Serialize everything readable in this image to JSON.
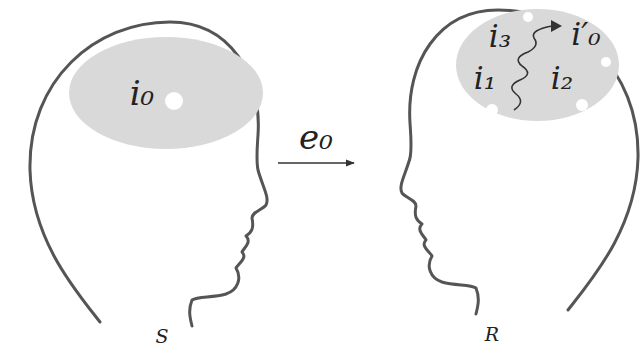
{
  "diagram": {
    "nodes": [
      {
        "text": [
          "S"
        ]
      },
      {
        "text": [
          "i₀"
        ],
        "in": 0
      },
      {
        "text": [
          "R"
        ]
      },
      {
        "text": [
          "i₃",
          "i′₀",
          "i₁",
          "i₂"
        ],
        "in": 2
      }
    ],
    "edges": [
      {
        "from": 0,
        "to": 2,
        "label": "e₀",
        "arrow": "to"
      }
    ]
  }
}
